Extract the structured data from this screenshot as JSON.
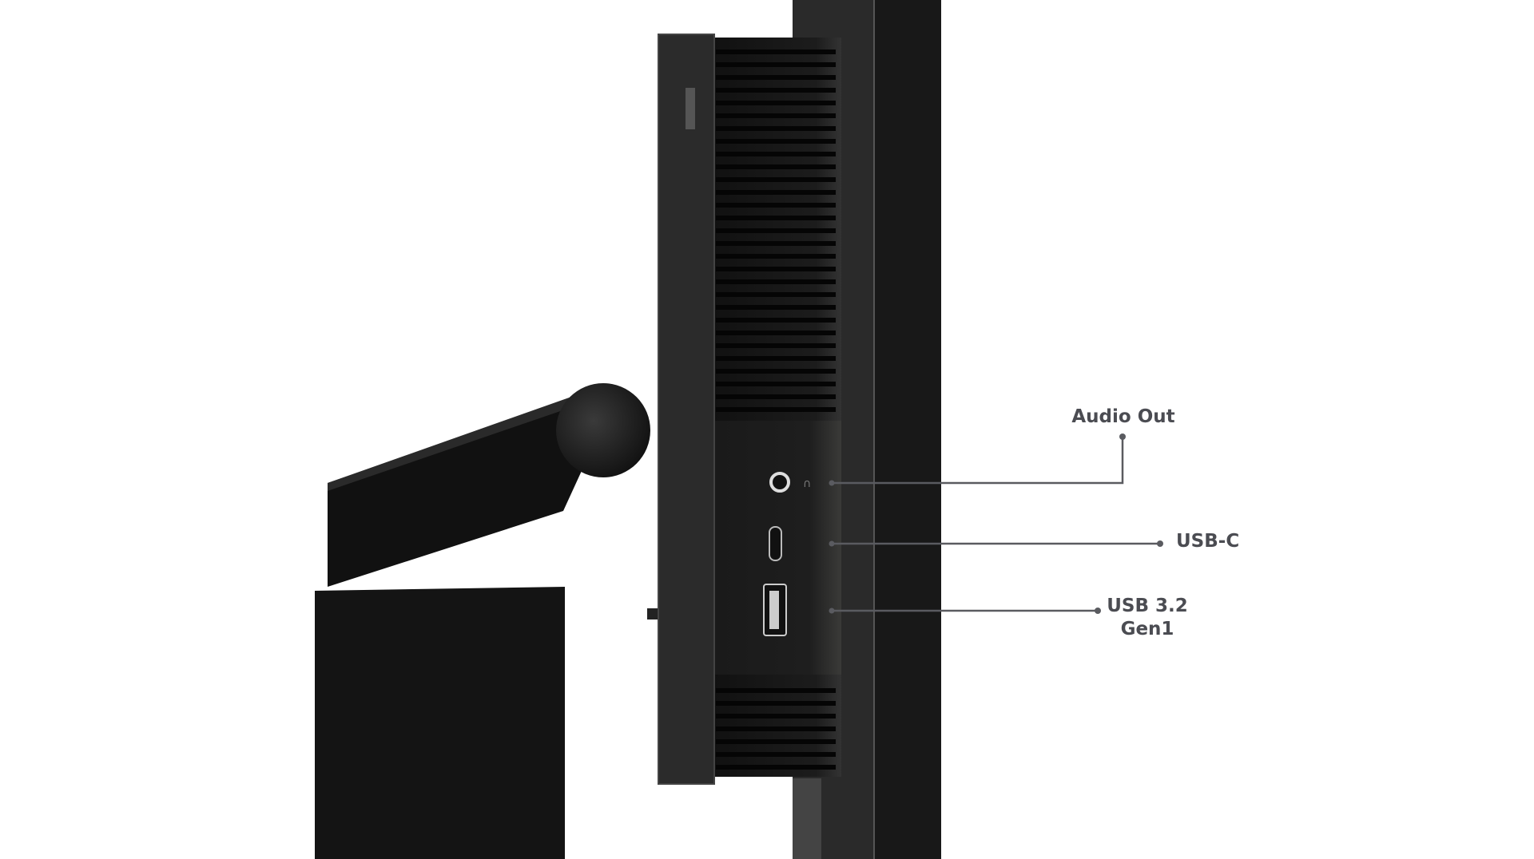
{
  "callouts": {
    "audio_out": "Audio Out",
    "usb_c": "USB-C",
    "usb_a_line1": "USB 3.2",
    "usb_a_line2": "Gen1"
  },
  "colors": {
    "label": "#4b4c52",
    "leader_line": "#5a5b60",
    "monitor_body": "#1a1a1a"
  }
}
